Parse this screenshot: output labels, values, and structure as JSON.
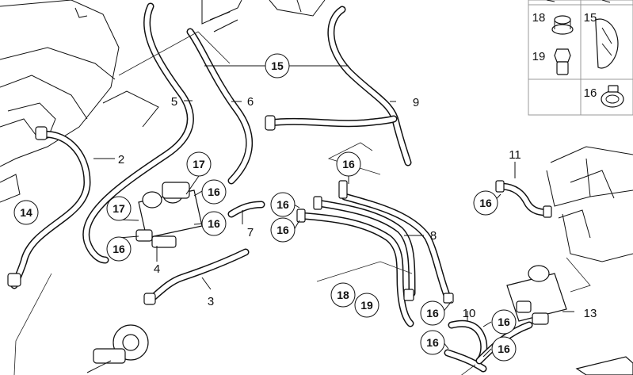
{
  "callouts": [
    {
      "id": "c15-top",
      "label": "15"
    },
    {
      "id": "c17-a",
      "label": "17"
    },
    {
      "id": "c16-a",
      "label": "16"
    },
    {
      "id": "c17-b",
      "label": "17"
    },
    {
      "id": "c16-b",
      "label": "16"
    },
    {
      "id": "c16-c",
      "label": "16"
    },
    {
      "id": "c14",
      "label": "14"
    },
    {
      "id": "c16-d",
      "label": "16"
    },
    {
      "id": "c16-e",
      "label": "16"
    },
    {
      "id": "c16-f",
      "label": "16"
    },
    {
      "id": "c16-g",
      "label": "16"
    },
    {
      "id": "c18",
      "label": "18"
    },
    {
      "id": "c19",
      "label": "19"
    },
    {
      "id": "c16-h",
      "label": "16"
    },
    {
      "id": "c16-i",
      "label": "16"
    },
    {
      "id": "c16-j",
      "label": "16"
    },
    {
      "id": "c16-k",
      "label": "16"
    },
    {
      "id": "c16-l",
      "label": "16"
    }
  ],
  "labels": [
    {
      "id": "l2",
      "label": "2"
    },
    {
      "id": "l3",
      "label": "3"
    },
    {
      "id": "l4",
      "label": "4"
    },
    {
      "id": "l5",
      "label": "5"
    },
    {
      "id": "l6",
      "label": "6"
    },
    {
      "id": "l7",
      "label": "7"
    },
    {
      "id": "l8",
      "label": "8"
    },
    {
      "id": "l9",
      "label": "9"
    },
    {
      "id": "l10",
      "label": "10"
    },
    {
      "id": "l11",
      "label": "11"
    },
    {
      "id": "l13",
      "label": "13"
    }
  ],
  "inset": {
    "items": [
      {
        "id": "i18",
        "label": "18"
      },
      {
        "id": "i15",
        "label": "15"
      },
      {
        "id": "i19",
        "label": "19"
      },
      {
        "id": "i16",
        "label": "16"
      }
    ]
  }
}
